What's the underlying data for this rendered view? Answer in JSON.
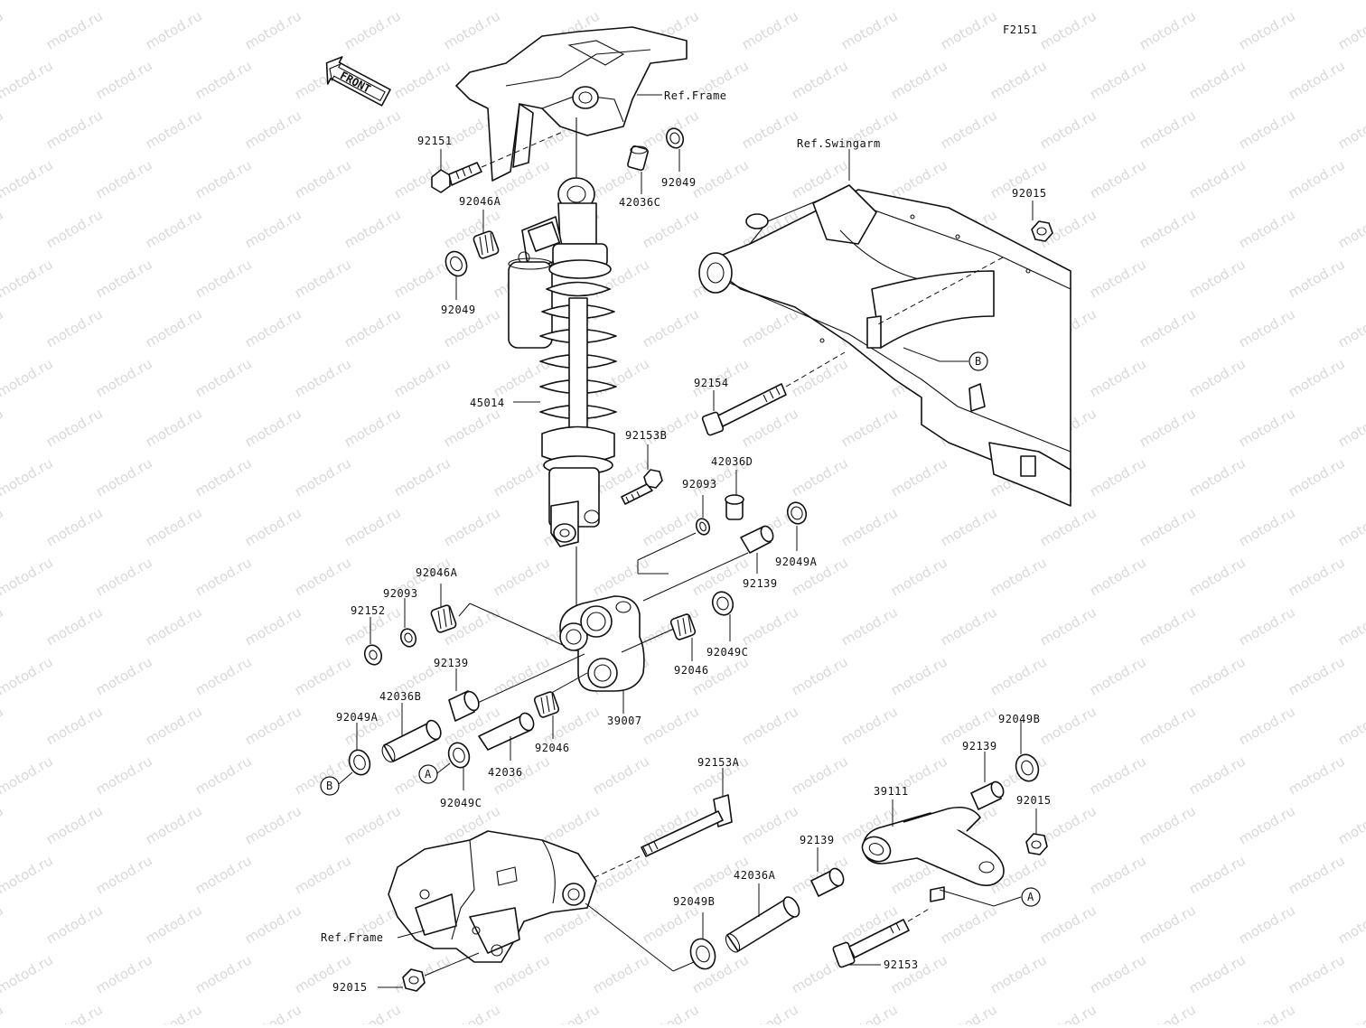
{
  "diagram_code": "F2151",
  "front_label": "FRONT",
  "watermark_text": "motod.ru",
  "refs": {
    "frame_top": "Ref.Frame",
    "swingarm": "Ref.Swingarm",
    "frame_bottom": "Ref.Frame"
  },
  "callouts": {
    "a": "A",
    "b": "B"
  },
  "parts": {
    "p92151": "92151",
    "p92046A_top": "92046A",
    "p92049_top_right": "92049",
    "p42036C": "42036C",
    "p92049_left": "92049",
    "p45014": "45014",
    "p92015_top": "92015",
    "p92154": "92154",
    "p92153B": "92153B",
    "p42036D": "42036D",
    "p92093_right": "92093",
    "p92049A_right": "92049A",
    "p92139_right": "92139",
    "p92046A_mid": "92046A",
    "p92093_left": "92093",
    "p92152": "92152",
    "p92049C_right": "92049C",
    "p92046_right": "92046",
    "p92139_left": "92139",
    "p42036B": "42036B",
    "p92049A_left": "92049A",
    "p39007": "39007",
    "p92046_bottom": "92046",
    "p42036": "42036",
    "p92049C_bottom": "92049C",
    "p92153A": "92153A",
    "p92049B_top": "92049B",
    "p92139_arm": "92139",
    "p39111": "39111",
    "p92015_arm": "92015",
    "p92139_lower": "92139",
    "p42036A": "42036A",
    "p92049B_lower": "92049B",
    "p92153": "92153",
    "p92015_bottom": "92015"
  }
}
